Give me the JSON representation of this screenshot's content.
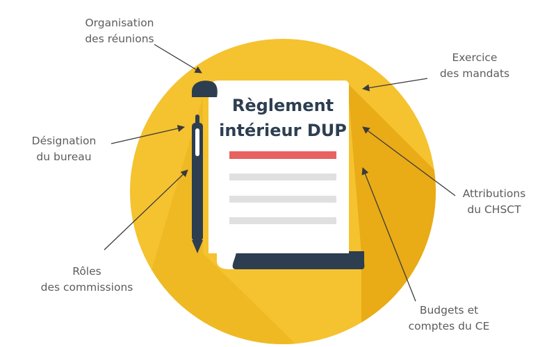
{
  "document": {
    "title_line1": "Règlement",
    "title_line2": "intérieur DUP"
  },
  "labels": {
    "organisation": [
      "Organisation",
      "des réunions"
    ],
    "designation": [
      "Désignation",
      "du bureau"
    ],
    "roles": [
      "Rôles",
      "des commissions"
    ],
    "exercice": [
      "Exercice",
      "des mandats"
    ],
    "attributions": [
      "Attributions",
      "du CHSCT"
    ],
    "budgets": [
      "Budgets et",
      "comptes du CE"
    ]
  },
  "colors": {
    "circle": "#f5c230",
    "circle_shade": "#e8aa14",
    "paper": "#ffffff",
    "navy": "#2d3e50",
    "red_line": "#e8625f",
    "gray_line": "#e0e0e0",
    "text": "#5c5c5c",
    "arrow": "#4a4a4a"
  }
}
